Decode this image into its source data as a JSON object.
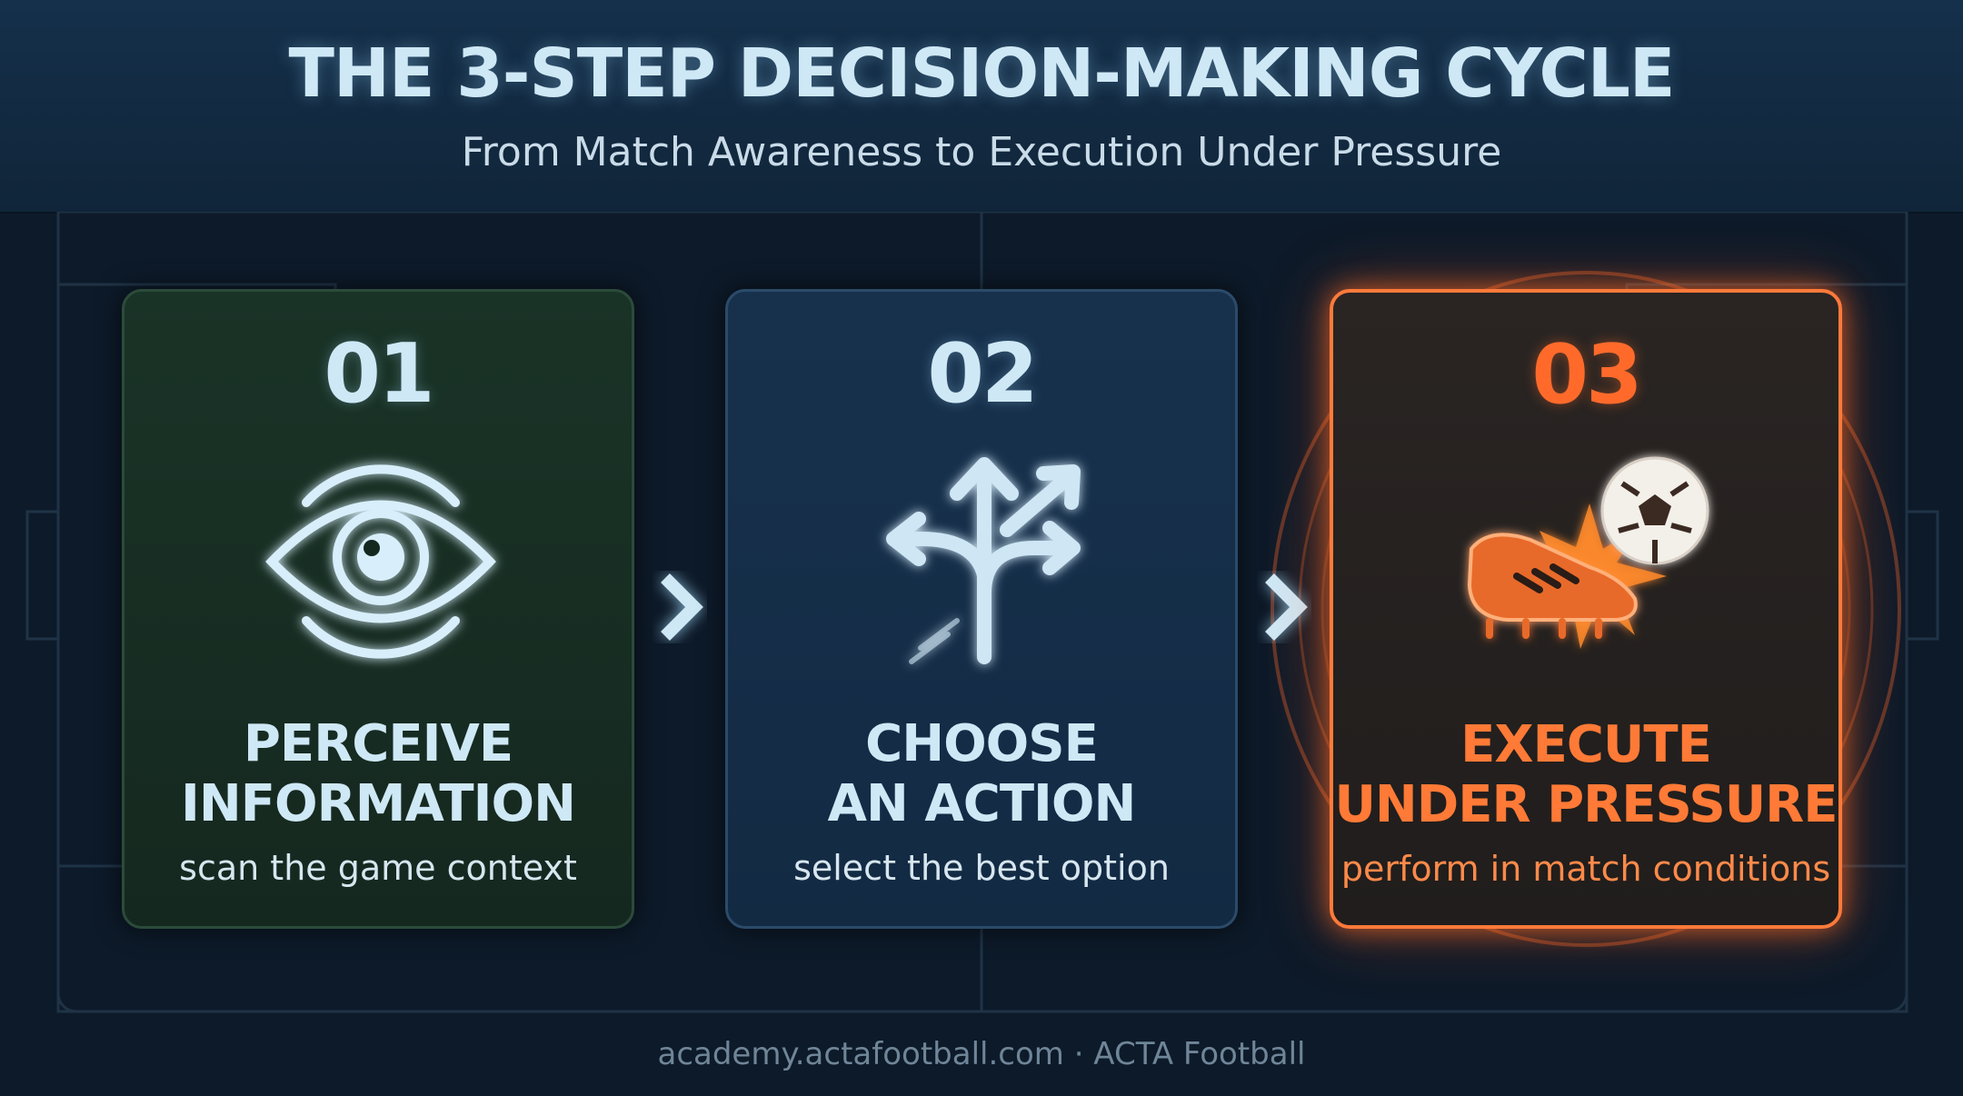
{
  "header": {
    "title": "THE 3-STEP DECISION-MAKING CYCLE",
    "subtitle": "From Match Awareness to Execution Under Pressure"
  },
  "steps": [
    {
      "number": "01",
      "title_line1": "PERCEIVE",
      "title_line2": "INFORMATION",
      "description": "scan the game context",
      "icon": "eye-icon"
    },
    {
      "number": "02",
      "title_line1": "CHOOSE",
      "title_line2": "AN ACTION",
      "description": "select the best option",
      "icon": "branching-arrows-icon"
    },
    {
      "number": "03",
      "title_line1": "EXECUTE",
      "title_line2": "UNDER PRESSURE",
      "description": "perform in match conditions",
      "icon": "boot-kicking-ball-icon"
    }
  ],
  "connectors": [
    "chevron-right-icon",
    "chevron-right-icon"
  ],
  "footer": {
    "credit": "academy.actafootball.com · ACTA Football"
  },
  "colors": {
    "background": "#0d1a29",
    "header": "#15304b",
    "text_light": "#cfe8f6",
    "card1": "#1a3327",
    "card2": "#17314d",
    "card3": "#2a2523",
    "accent_orange": "#ff6a2b"
  }
}
